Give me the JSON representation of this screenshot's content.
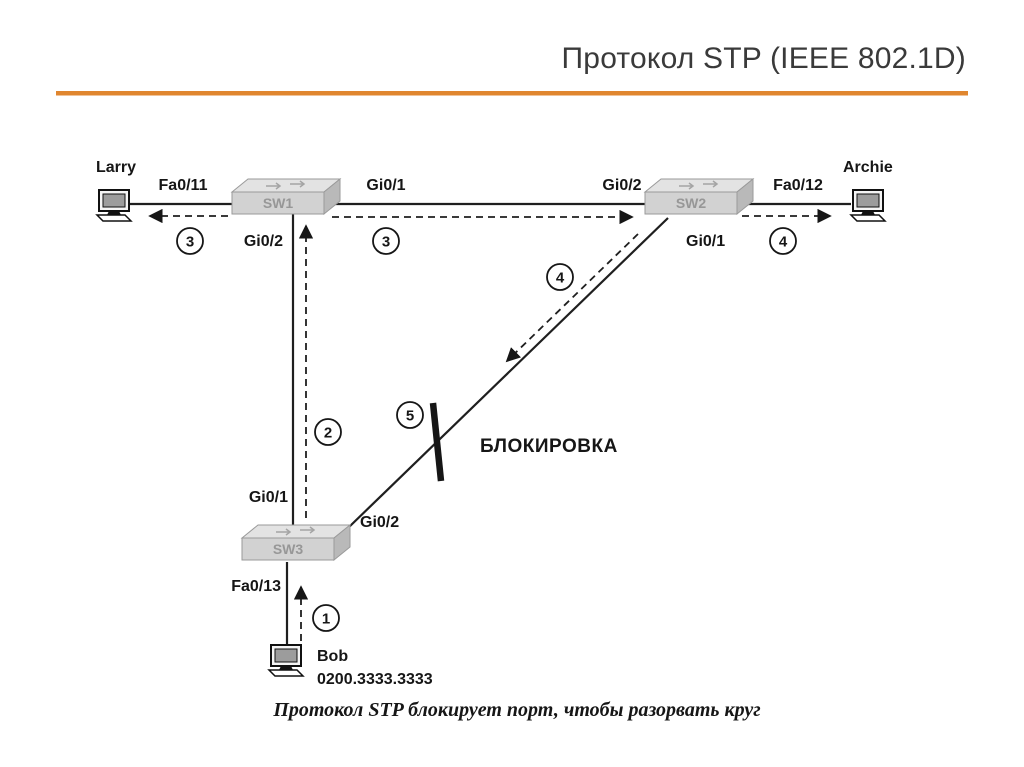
{
  "slide": {
    "title": "Протокол STP (IEEE 802.1D)",
    "caption": "Протокол STP блокирует порт, чтобы разорвать круг",
    "accent_color": "#E0862F"
  },
  "diagram": {
    "hosts": {
      "larry": "Larry",
      "archie": "Archie",
      "bob": "Bob",
      "bob_mac": "0200.3333.3333"
    },
    "switches": {
      "sw1": "SW1",
      "sw2": "SW2",
      "sw3": "SW3"
    },
    "ports": {
      "larry_sw1": "Fa0/11",
      "sw1_to_sw2": "Gi0/1",
      "sw2_to_sw1": "Gi0/2",
      "sw2_archie": "Fa0/12",
      "sw1_to_sw3": "Gi0/2",
      "sw2_to_sw3": "Gi0/1",
      "sw3_to_sw1": "Gi0/1",
      "sw3_to_sw2": "Gi0/2",
      "sw3_bob": "Fa0/13"
    },
    "steps": {
      "step1": "1",
      "step2": "2",
      "step3_left": "3",
      "step3_top": "3",
      "step4_diag": "4",
      "step4_right": "4",
      "step5": "5"
    },
    "block_label": "БЛОКИРОВКА"
  }
}
